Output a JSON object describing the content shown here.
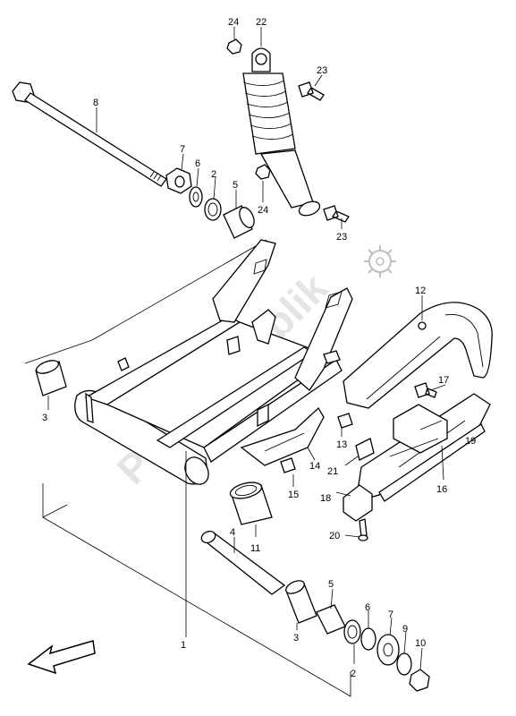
{
  "callouts": {
    "c1": "1",
    "c2a": "2",
    "c2b": "2",
    "c3a": "3",
    "c3b": "3",
    "c4": "4",
    "c5a": "5",
    "c5b": "5",
    "c6a": "6",
    "c6b": "6",
    "c7a": "7",
    "c7b": "7",
    "c8": "8",
    "c9": "9",
    "c10": "10",
    "c11": "11",
    "c12": "12",
    "c13": "13",
    "c14": "14",
    "c15": "15",
    "c16": "16",
    "c17": "17",
    "c18": "18",
    "c19": "19",
    "c20": "20",
    "c21": "21",
    "c22": "22",
    "c23a": "23",
    "c23b": "23",
    "c24a": "24",
    "c24b": "24"
  },
  "watermark": "PartsRepublik",
  "icons": {
    "direction": "front-direction-arrow-icon",
    "watermark_gear": "gear-icon"
  }
}
